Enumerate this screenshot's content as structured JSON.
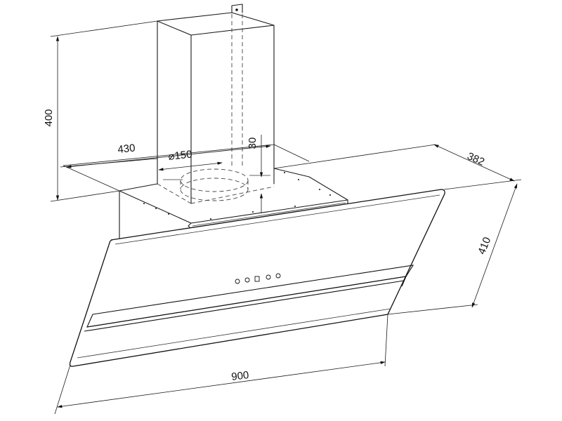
{
  "dimensions": {
    "chimney_height": "400",
    "hood_depth": "430",
    "duct_diameter": "⌀150",
    "duct_offset": "30",
    "canopy_depth": "382",
    "glass_height": "410",
    "width": "900"
  },
  "control_panel": {
    "buttons": [
      "round",
      "round",
      "square",
      "round",
      "round"
    ]
  }
}
